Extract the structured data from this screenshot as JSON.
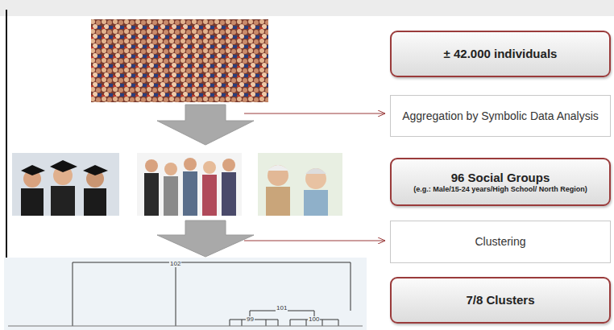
{
  "diagram": {
    "nodes": [
      {
        "text": [
          "± 42.000 individuals"
        ]
      },
      {
        "text": [
          "Aggregation by Symbolic Data Analysis"
        ]
      },
      {
        "text": [
          "96 Social Groups",
          "(e.g.: Male/15-24 years/High School/ North Region)"
        ]
      },
      {
        "text": [
          "Clustering"
        ]
      },
      {
        "text": [
          "7/8 Clusters"
        ]
      }
    ],
    "labels": [
      "102",
      "101",
      "99",
      "100"
    ]
  }
}
